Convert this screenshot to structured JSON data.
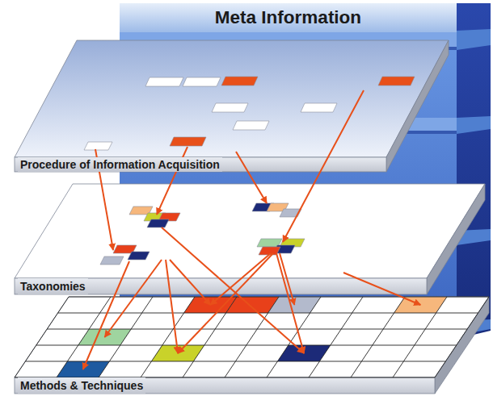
{
  "diagram": {
    "nodes": [
      {
        "text": [
          "Meta Information"
        ]
      },
      {
        "text": [
          "Procedure of Information Acquisition"
        ]
      },
      {
        "text": [
          "Taxonomies"
        ]
      },
      {
        "text": [
          "Methods & Techniques"
        ]
      }
    ]
  }
}
